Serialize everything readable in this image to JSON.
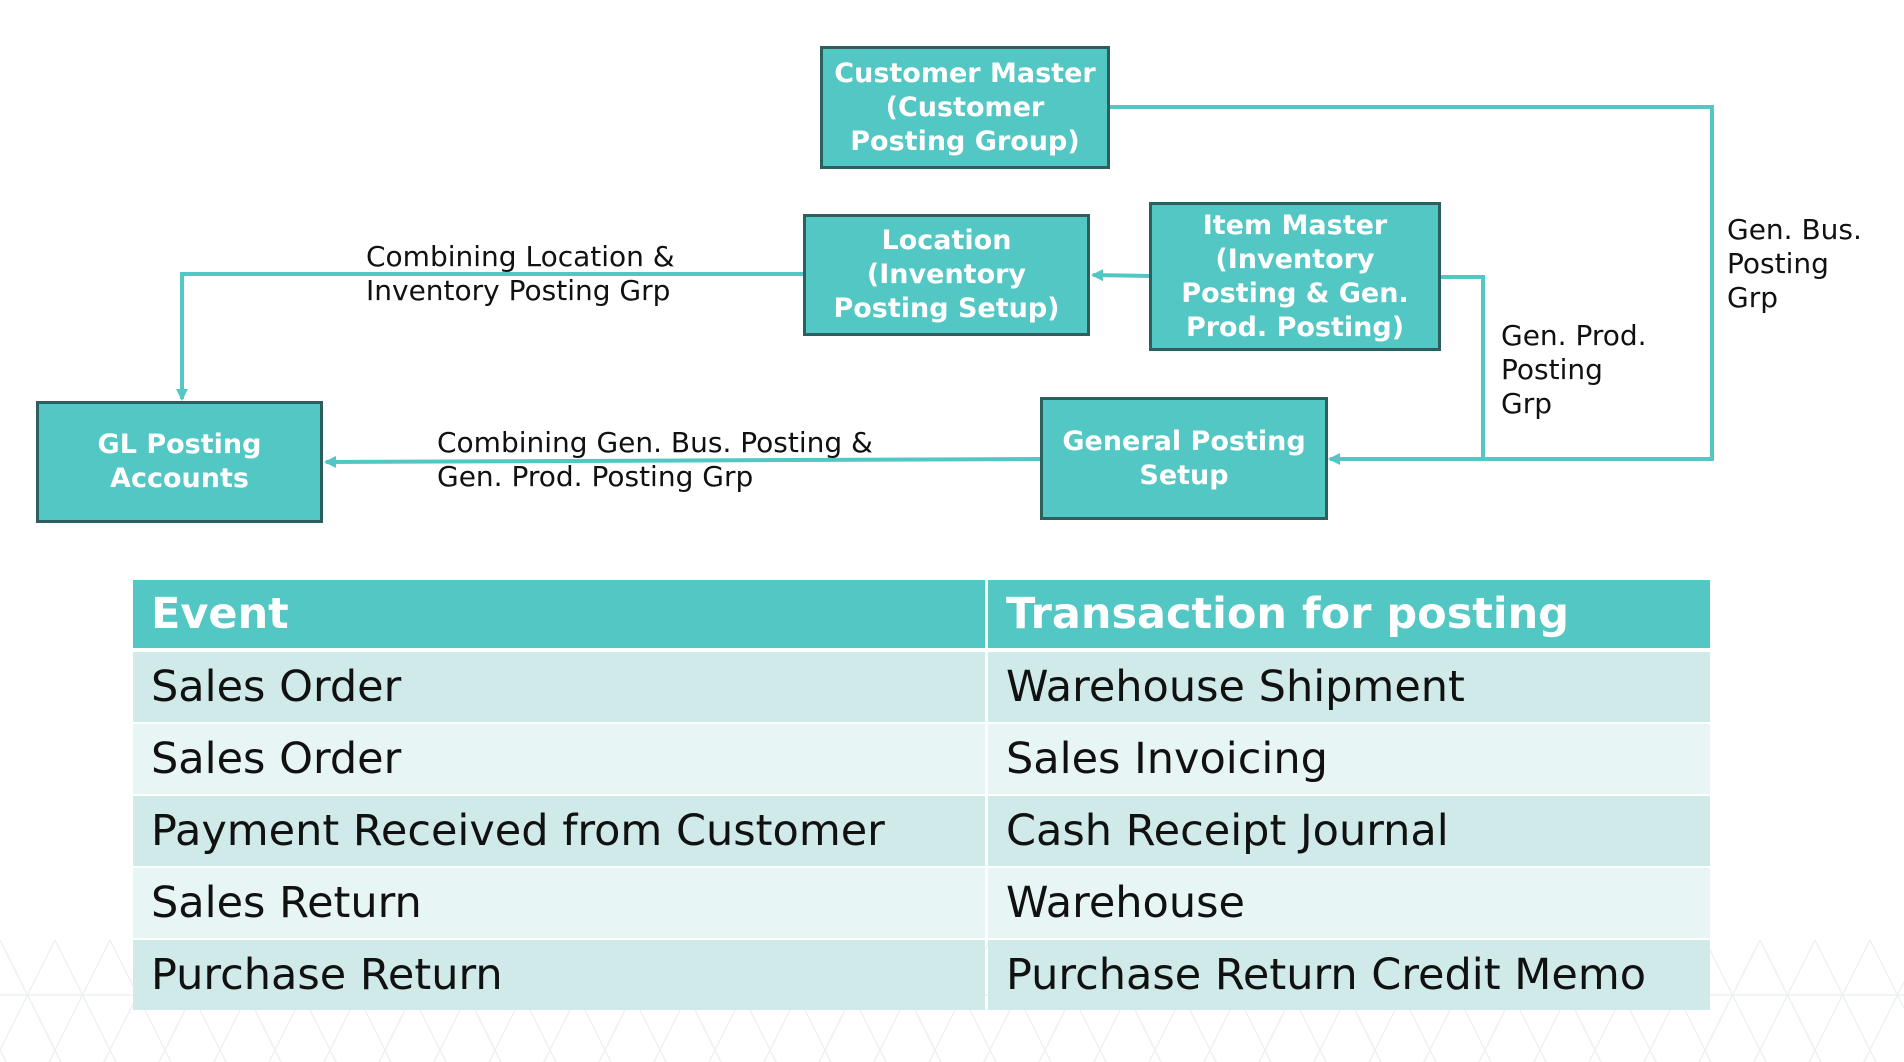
{
  "colors": {
    "node_fill": "#53c7c3",
    "node_border": "#2d5f5e",
    "connector": "#53c7c3",
    "table_header": "#53c7c3",
    "row_dark": "#d0eaea",
    "row_light": "#e8f5f5"
  },
  "diagram": {
    "nodes": {
      "customer_master": "Customer Master\n(Customer\nPosting Group)",
      "location": "Location\n(Inventory\nPosting Setup)",
      "item_master": "Item Master\n(Inventory\nPosting & Gen.\nProd. Posting)",
      "general_posting_setup": "General Posting\nSetup",
      "gl_posting_accounts": "GL Posting\nAccounts"
    },
    "edge_labels": {
      "location_to_gl": "Combining Location &\nInventory Posting Grp",
      "general_to_gl": "Combining Gen. Bus. Posting &\nGen. Prod. Posting Grp",
      "item_to_general": "Gen. Prod.\nPosting\nGrp",
      "customer_to_general": "Gen.  Bus.\nPosting\nGrp"
    }
  },
  "table": {
    "headers": [
      "Event",
      "Transaction for posting"
    ],
    "rows": [
      [
        "Sales Order",
        "Warehouse Shipment"
      ],
      [
        "Sales Order",
        "Sales Invoicing"
      ],
      [
        "Payment Received from Customer",
        "Cash Receipt Journal"
      ],
      [
        "Sales Return",
        "Warehouse"
      ],
      [
        "Purchase Return",
        "Purchase Return Credit Memo"
      ]
    ]
  }
}
